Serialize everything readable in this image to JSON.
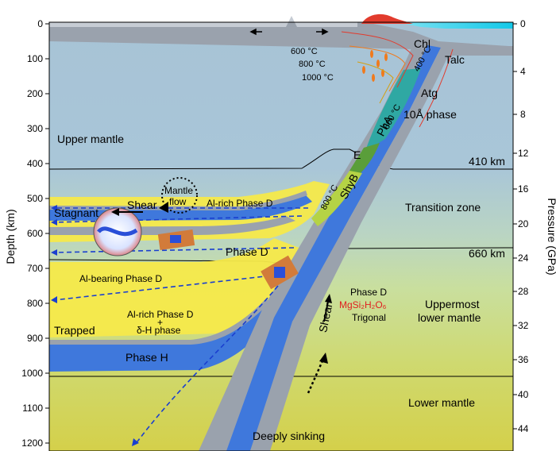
{
  "axes": {
    "left_label": "Depth (km)",
    "right_label": "Pressure (GPa)",
    "depth_ticks": [
      "0",
      "100",
      "200",
      "300",
      "400",
      "500",
      "600",
      "700",
      "800",
      "900",
      "1000",
      "1100",
      "1200"
    ],
    "pressure_ticks": [
      "0",
      "4",
      "8",
      "12",
      "16",
      "20",
      "24",
      "28",
      "32",
      "36",
      "40",
      "44"
    ]
  },
  "regions": {
    "upper_mantle": "Upper mantle",
    "transition_zone": "Transition zone",
    "uppermost_lower_line1": "Uppermost",
    "uppermost_lower_line2": "lower mantle",
    "lower_mantle": "Lower mantle"
  },
  "boundaries": {
    "d410": "410 km",
    "d660": "660 km"
  },
  "isotherms": {
    "t600": "600 °C",
    "t800": "800 °C",
    "t1000": "1000 °C",
    "slab400": "400 °C",
    "slab600": "600 °C",
    "slab800": "800 °C"
  },
  "phases": {
    "chl": "Chl",
    "talc": "Talc",
    "atg": "Atg",
    "ten_a": "10Å phase",
    "pha": "PhA",
    "e": "E",
    "shyb": "ShyB",
    "phase_d": "Phase D",
    "al_rich_phase_d": "Al-rich Phase D",
    "al_bearing_phase_d": "Al-bearing Phase D",
    "al_rich_dh_line1": "Al-rich Phase D",
    "al_rich_dh_plus": "+",
    "al_rich_dh_line2": "δ-H phase",
    "phase_h": "Phase H"
  },
  "annotations": {
    "stagnant": "Stagnant",
    "shear_left": "Shear",
    "mantle_flow_line1": "Mantle",
    "mantle_flow_line2": "flow",
    "trapped": "Trapped",
    "shear_right": "Shear",
    "deeply_sinking": "Deeply sinking",
    "phase_d_box_title": "Phase D",
    "phase_d_box_formula": "MgSi₂H₂O₆",
    "phase_d_box_system": "Trigonal"
  },
  "colors": {
    "upper_mantle": "#a9c6d8",
    "transition_zone": "#c3ddb9",
    "lower_mantle": "#d2cf4e",
    "slab_blue": "#3f78dc",
    "slab_gray": "#9aa2ad",
    "hydrous_yellow": "#f5e94a",
    "pha_teal": "#2fa8a3",
    "e_green": "#5a9e3a",
    "ocean": "#12c8e8",
    "volcano": "#e23b2d",
    "formula_red": "#e02020"
  }
}
